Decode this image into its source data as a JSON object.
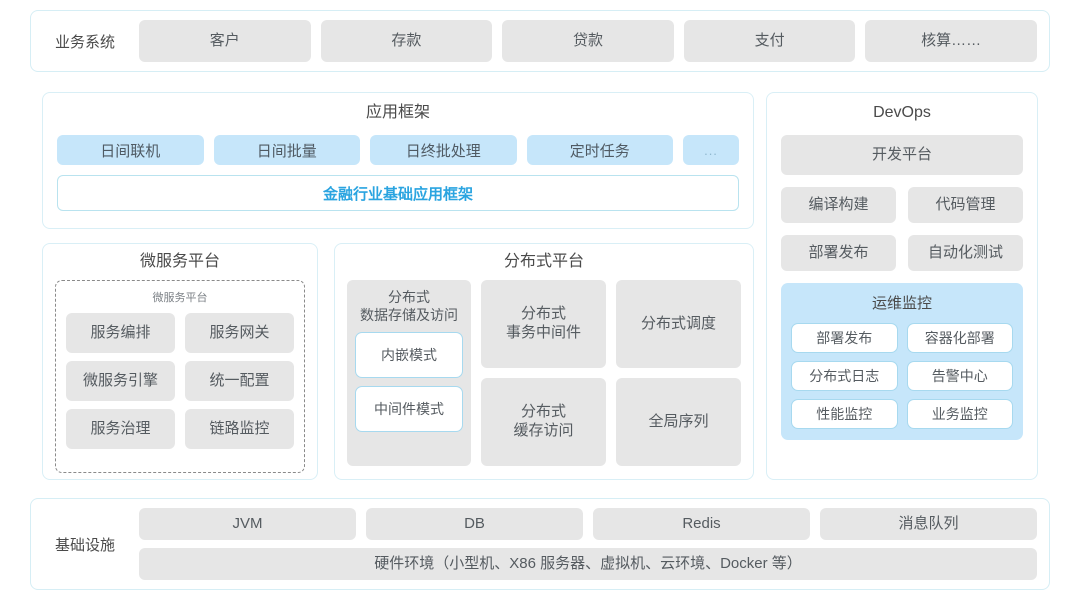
{
  "business_row": {
    "label": "业务系统",
    "items": [
      "客户",
      "存款",
      "贷款",
      "支付",
      "核算……"
    ]
  },
  "app_framework": {
    "title": "应用框架",
    "tags": [
      "日间联机",
      "日间批量",
      "日终批处理",
      "定时任务",
      "..."
    ],
    "banner": "金融行业基础应用框架"
  },
  "micro_platform": {
    "title": "微服务平台",
    "inner_title": "微服务平台",
    "items": [
      "服务编排",
      "服务网关",
      "微服务引擎",
      "统一配置",
      "服务治理",
      "链路监控"
    ]
  },
  "dist_platform": {
    "title": "分布式平台",
    "left_column": {
      "title": "分布式\n数据存储及访问",
      "modes": [
        "内嵌模式",
        "中间件模式"
      ]
    },
    "cells": [
      "分布式\n事务中间件",
      "分布式调度",
      "分布式\n缓存访问",
      "全局序列"
    ]
  },
  "devops": {
    "title": "DevOps",
    "platform": "开发平台",
    "items": [
      "编译构建",
      "代码管理",
      "部署发布",
      "自动化测试"
    ],
    "ops_monitor": {
      "title": "运维监控",
      "items": [
        "部署发布",
        "容器化部署",
        "分布式日志",
        "告警中心",
        "性能监控",
        "业务监控"
      ]
    }
  },
  "infrastructure": {
    "label": "基础设施",
    "components": [
      "JVM",
      "DB",
      "Redis",
      "消息队列"
    ],
    "hardware": "硬件环境（小型机、X86 服务器、虚拟机、云环境、Docker 等）"
  },
  "colors": {
    "accent_blue": "#2aa4e0",
    "tag_blue": "#c6e6fa",
    "chip_gray": "#e6e6e6",
    "border_blue": "#d6eef5"
  }
}
